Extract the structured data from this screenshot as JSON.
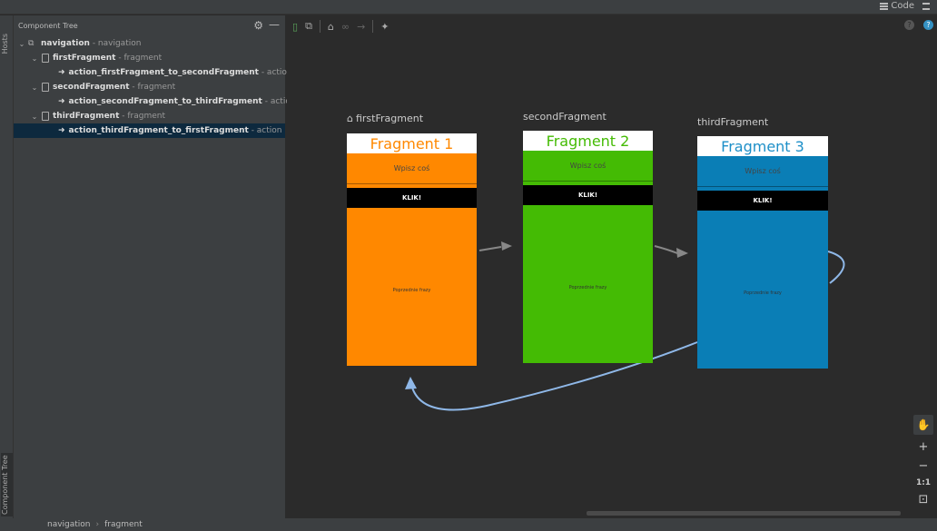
{
  "topbar": {
    "code_label": "Code"
  },
  "left_strip": {
    "hosts_label": "Hosts",
    "component_tree_label": "Component Tree"
  },
  "tree": {
    "header": "Component Tree",
    "rows": [
      {
        "name": "navigation",
        "type": "- navigation"
      },
      {
        "name": "firstFragment",
        "type": "- fragment"
      },
      {
        "name": "action_firstFragment_to_secondFragment",
        "type": "- action"
      },
      {
        "name": "secondFragment",
        "type": "- fragment"
      },
      {
        "name": "action_secondFragment_to_thirdFragment",
        "type": "- action"
      },
      {
        "name": "thirdFragment",
        "type": "- fragment"
      },
      {
        "name": "action_thirdFragment_to_firstFragment",
        "type": "- action"
      }
    ]
  },
  "canvas": {
    "fragments": [
      {
        "label": "firstFragment",
        "title": "Fragment 1",
        "input_hint": "Wpisz coś",
        "button": "KLIK!",
        "prev": "Poprzednie frazy",
        "bg": "#ff8800",
        "title_color": "#ff8800"
      },
      {
        "label": "secondFragment",
        "title": "Fragment 2",
        "input_hint": "Wpisz coś",
        "button": "KLIK!",
        "prev": "Poprzednie frazy",
        "bg": "#44bb04",
        "title_color": "#44bb04"
      },
      {
        "label": "thirdFragment",
        "title": "Fragment 3",
        "input_hint": "Wpisz coś",
        "button": "KLIK!",
        "prev": "Poprzednie frazy",
        "bg": "#0a7eb6",
        "title_color": "#1d8fc8"
      }
    ],
    "zoom": {
      "one_to_one": "1:1"
    }
  },
  "colors": {
    "arrow_gray": "#888888",
    "arrow_blue": "#8fb8e8",
    "selection": "#0d293e"
  },
  "statusbar": {
    "crumb1": "navigation",
    "crumb2": "fragment"
  }
}
